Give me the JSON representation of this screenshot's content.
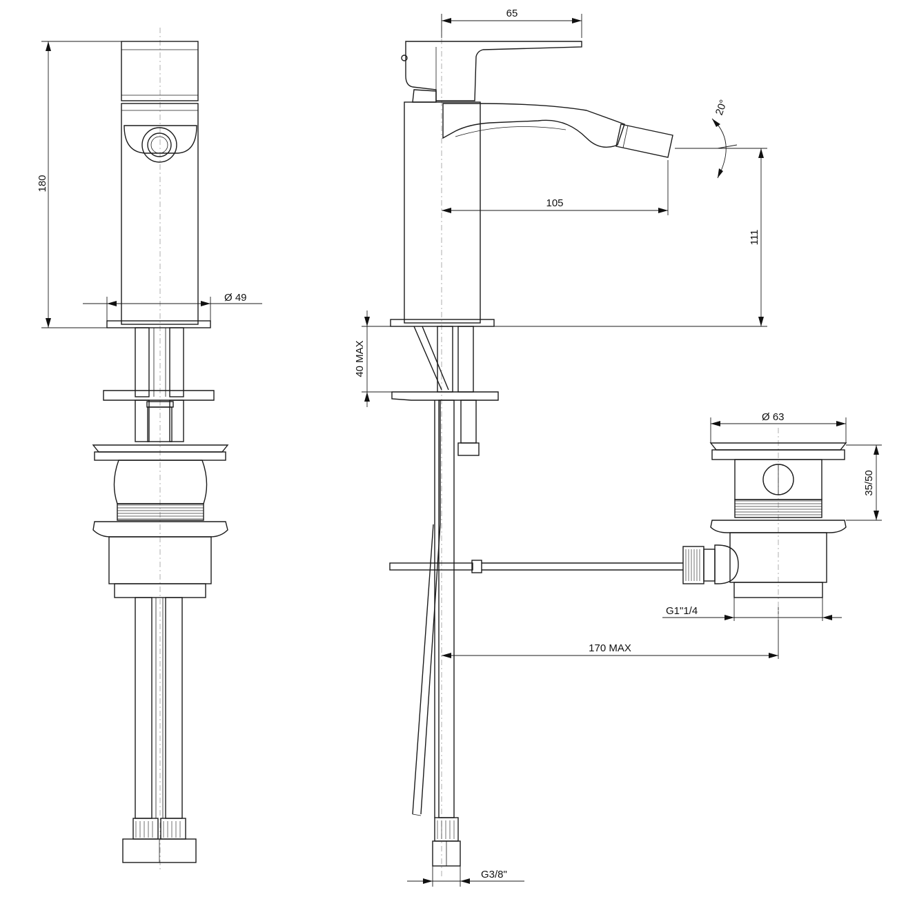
{
  "dimensions": {
    "top_width": "65",
    "height_total": "180",
    "spout_reach": "105",
    "spout_height": "111",
    "base_diameter": "49",
    "deck_thickness": "40 MAX",
    "angle": "20°",
    "waste_diameter": "63",
    "waste_height": "35/50",
    "waste_thread": "G1\"1/4",
    "rod_length": "170 MAX",
    "hose_thread": "G3/8\""
  }
}
